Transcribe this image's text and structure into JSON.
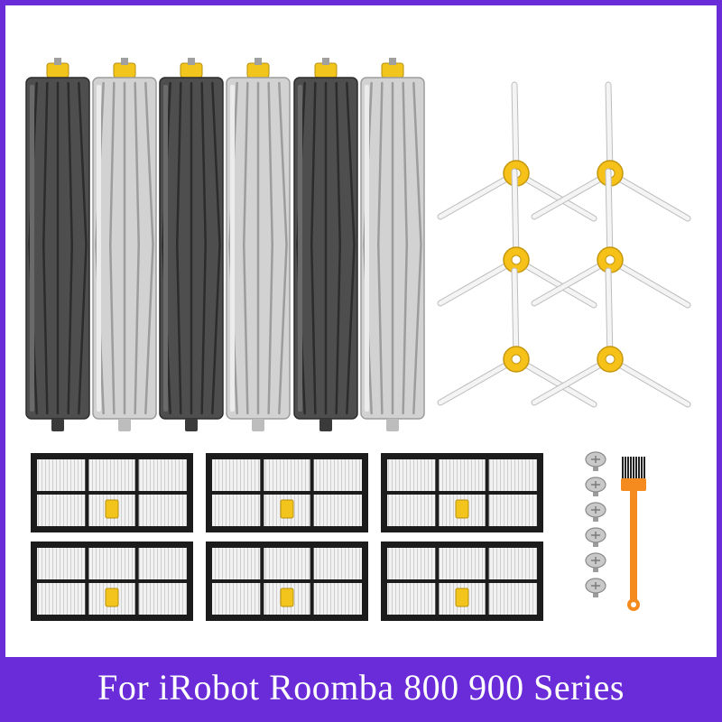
{
  "banner": {
    "text": "For iRobot Roomba 800 900 Series"
  },
  "colors": {
    "frame": "#6a2bd8",
    "banner_text": "#ffffff",
    "roller_dark": "#4e4e4e",
    "roller_light": "#d2d2d2",
    "roller_cap": "#f2c51c",
    "brush_arm": "#f4f4f4",
    "brush_hub": "#f6c21a",
    "filter_frame": "#1c1c1c",
    "filter_media": "#f1f1f1",
    "filter_tab": "#f3c41b",
    "screw": "#c9c9c9",
    "cleaning_brush": "#f58a1f"
  },
  "products": {
    "rollers": [
      "dark",
      "light",
      "dark",
      "light",
      "dark",
      "light"
    ],
    "side_brush_count": 6,
    "filter_count": 6,
    "screw_count": 6,
    "cleaning_brush_count": 1
  }
}
